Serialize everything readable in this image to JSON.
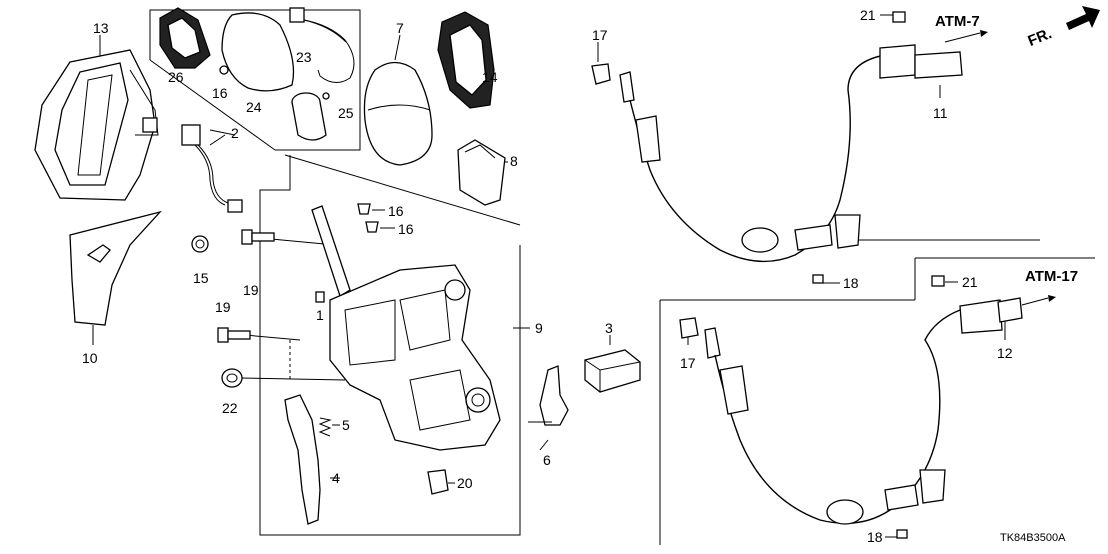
{
  "diagram_code": "TK84B3500A",
  "references": {
    "atm7": "ATM-7",
    "atm17": "ATM-17",
    "front": "FR."
  },
  "callouts": {
    "c1": "1",
    "c2": "2",
    "c3": "3",
    "c4": "4",
    "c5": "5",
    "c6": "6",
    "c7": "7",
    "c8": "8",
    "c9": "9",
    "c10": "10",
    "c11": "11",
    "c12": "12",
    "c13": "13",
    "c14": "14",
    "c15": "15",
    "c16a": "16",
    "c16b": "16",
    "c16c": "16",
    "c17a": "17",
    "c17b": "17",
    "c18a": "18",
    "c18b": "18",
    "c19a": "19",
    "c19b": "19",
    "c20": "20",
    "c21a": "21",
    "c21b": "21",
    "c22": "22",
    "c23": "23",
    "c24": "24",
    "c25": "25",
    "c26": "26"
  }
}
